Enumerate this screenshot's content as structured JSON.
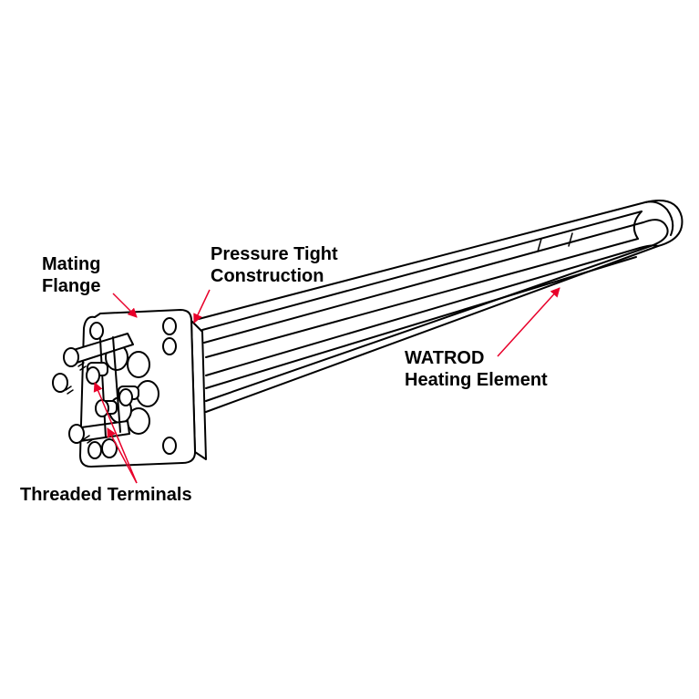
{
  "labels": {
    "mating_flange": [
      "Mating",
      "Flange"
    ],
    "pressure_tight": [
      "Pressure Tight",
      "Construction"
    ],
    "watrod": [
      "WATROD",
      "Heating Element"
    ],
    "threaded_terminals": [
      "Threaded Terminals"
    ]
  },
  "colors": {
    "line": "#000000",
    "fill": "#ffffff",
    "arrow": "#e8002a"
  },
  "icons": {
    "arrow": "red-arrowhead"
  }
}
